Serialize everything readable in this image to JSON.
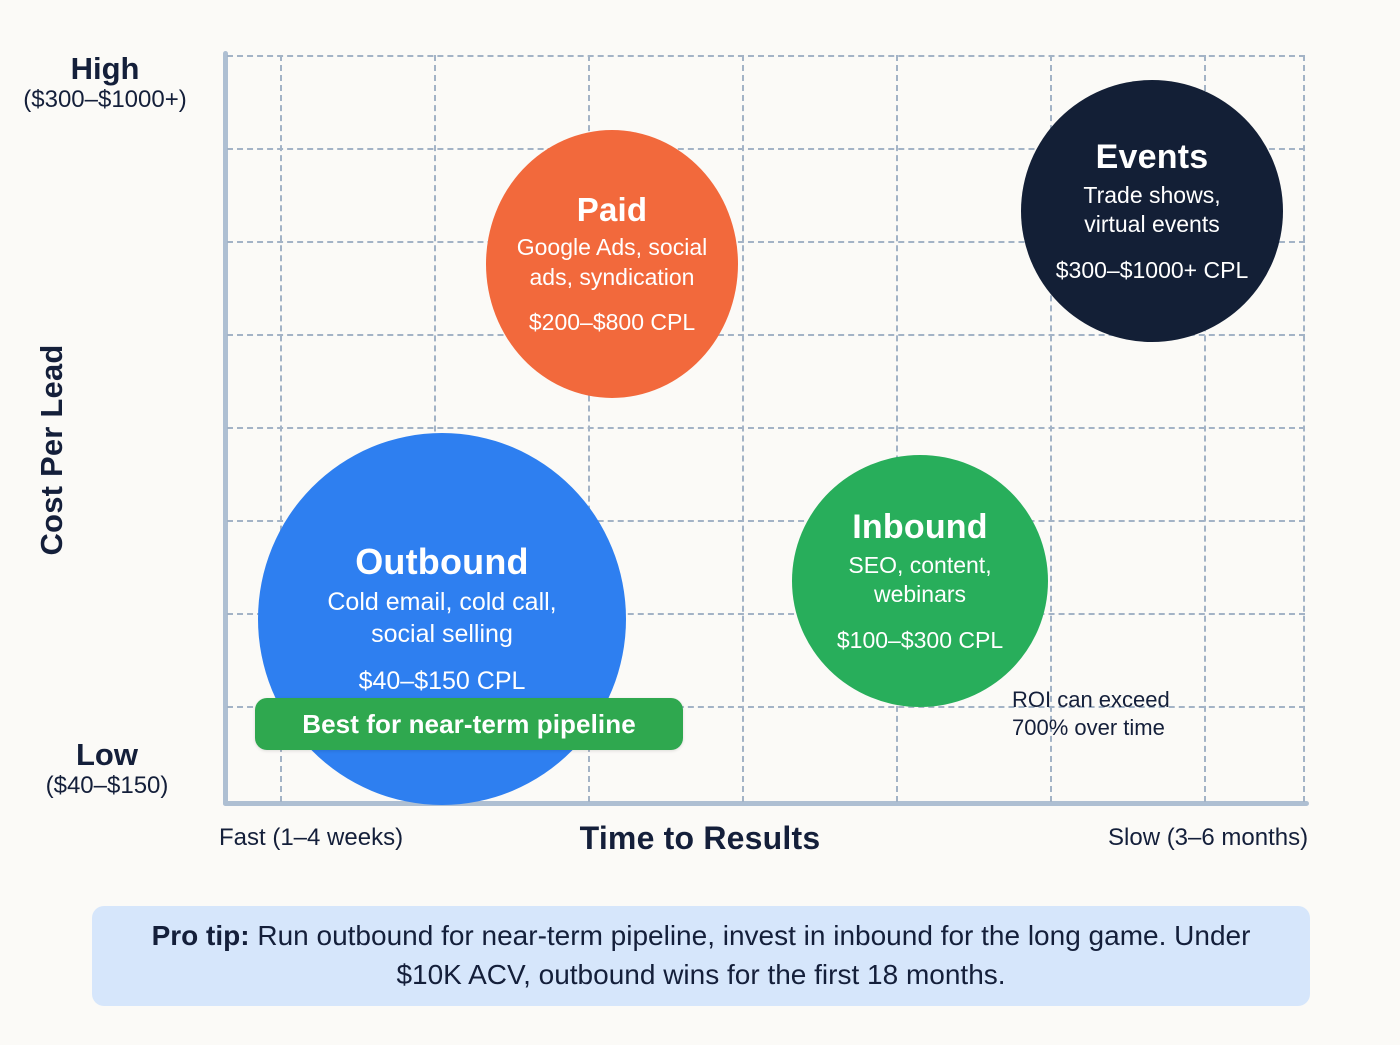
{
  "chart_data": {
    "type": "scatter",
    "title": "",
    "xlabel": "Time to Results",
    "ylabel": "Cost Per Lead",
    "x_axis": {
      "title": "Time to Results",
      "left_label": "Fast (1–4 weeks)",
      "right_label": "Slow (3–6 months)",
      "grid": true
    },
    "y_axis": {
      "title": "Cost Per Lead",
      "high_label": "High",
      "high_sub": "($300–$1000+)",
      "low_label": "Low",
      "low_sub": "($40–$150)",
      "grid": true
    },
    "legend": "none",
    "bubbles": [
      {
        "name": "Paid",
        "description": "Google Ads, social ads, syndication",
        "cpl": "$200–$800 CPL",
        "cpl_min": 200,
        "cpl_max": 800,
        "color": "#F2693C",
        "x": 0.35,
        "y": 0.72,
        "size": 0.68
      },
      {
        "name": "Events",
        "description": "Trade shows, virtual events",
        "cpl": "$300–$1000+ CPL",
        "cpl_min": 300,
        "cpl_max": 1000,
        "color": "#131F36",
        "x": 0.86,
        "y": 0.79,
        "size": 0.7
      },
      {
        "name": "Outbound",
        "description": "Cold email, cold call, social selling",
        "cpl": "$40–$150 CPL",
        "cpl_min": 40,
        "cpl_max": 150,
        "color": "#2E7FF0",
        "x": 0.2,
        "y": 0.17,
        "size": 1.0
      },
      {
        "name": "Inbound",
        "description": "SEO, content, webinars",
        "cpl": "$100–$300 CPL",
        "cpl_min": 100,
        "cpl_max": 300,
        "color": "#28AE5B",
        "x": 0.66,
        "y": 0.26,
        "size": 0.68
      }
    ],
    "annotations": [
      {
        "id": "outbound-badge",
        "text": "Best for near-term pipeline",
        "color": "#2FA84F"
      },
      {
        "id": "inbound-roi",
        "text": "ROI can exceed 700% over time",
        "line1": "ROI can exceed",
        "line2": "700% over time"
      }
    ],
    "grid_color": "#A3B3C6",
    "axis_color": "#AEBFD2",
    "background": "#FBFAF7"
  },
  "y_axis": {
    "title": "Cost Per Lead",
    "high_label": "High",
    "high_sub": "($300–$1000+)",
    "low_label": "Low",
    "low_sub": "($40–$150)"
  },
  "x_axis": {
    "title": "Time to Results",
    "left_label": "Fast (1–4 weeks)",
    "right_label": "Slow (3–6 months)"
  },
  "bubbles": {
    "paid": {
      "title": "Paid",
      "desc_line1": "Google Ads, social",
      "desc_line2": "ads, syndication",
      "cpl": "$200–$800 CPL"
    },
    "events": {
      "title": "Events",
      "desc_line1": "Trade shows,",
      "desc_line2": "virtual events",
      "cpl": "$300–$1000+ CPL"
    },
    "outbound": {
      "title": "Outbound",
      "desc_line1": "Cold email, cold call,",
      "desc_line2": "social selling",
      "cpl": "$40–$150 CPL"
    },
    "inbound": {
      "title": "Inbound",
      "desc_line1": "SEO, content,",
      "desc_line2": "webinars",
      "cpl": "$100–$300 CPL"
    }
  },
  "badge": {
    "label": "Best for near-term pipeline"
  },
  "roi_note": {
    "line1": "ROI can exceed",
    "line2": "700% over time"
  },
  "protip": {
    "label": "Pro tip:",
    "text": " Run outbound for near-term pipeline, invest in inbound for the long game. Under $10K ACV, outbound wins for the first 18 months."
  },
  "colors": {
    "background": "#FBFAF7",
    "paid": "#F2693C",
    "events": "#131F36",
    "outbound": "#2E7FF0",
    "inbound": "#28AE5B",
    "badge": "#2FA84F",
    "protip_bg": "#D6E6FB",
    "grid": "#A3B3C6",
    "axis": "#AEBFD2",
    "text": "#141F3A"
  }
}
